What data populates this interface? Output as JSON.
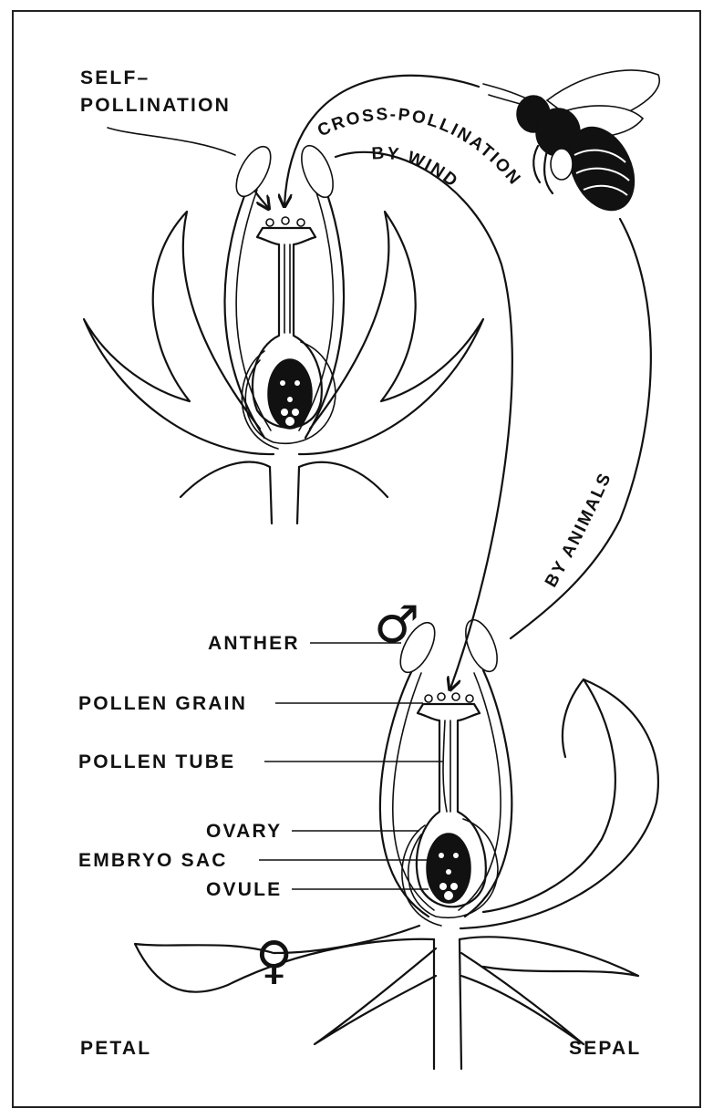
{
  "labels": {
    "self_pollination_line1": "SELF–",
    "self_pollination_line2": "POLLINATION",
    "cross_pollination": "CROSS-POLLINATION",
    "by_wind": "BY WIND",
    "by_animals": "BY ANIMALS",
    "anther": "ANTHER",
    "pollen_grain": "POLLEN GRAIN",
    "pollen_tube": "POLLEN TUBE",
    "ovary": "OVARY",
    "embryo_sac": "EMBRYO SAC",
    "ovule": "OVULE",
    "petal": "PETAL",
    "sepal": "SEPAL"
  },
  "symbols": {
    "male": "♂",
    "female": "♀"
  }
}
